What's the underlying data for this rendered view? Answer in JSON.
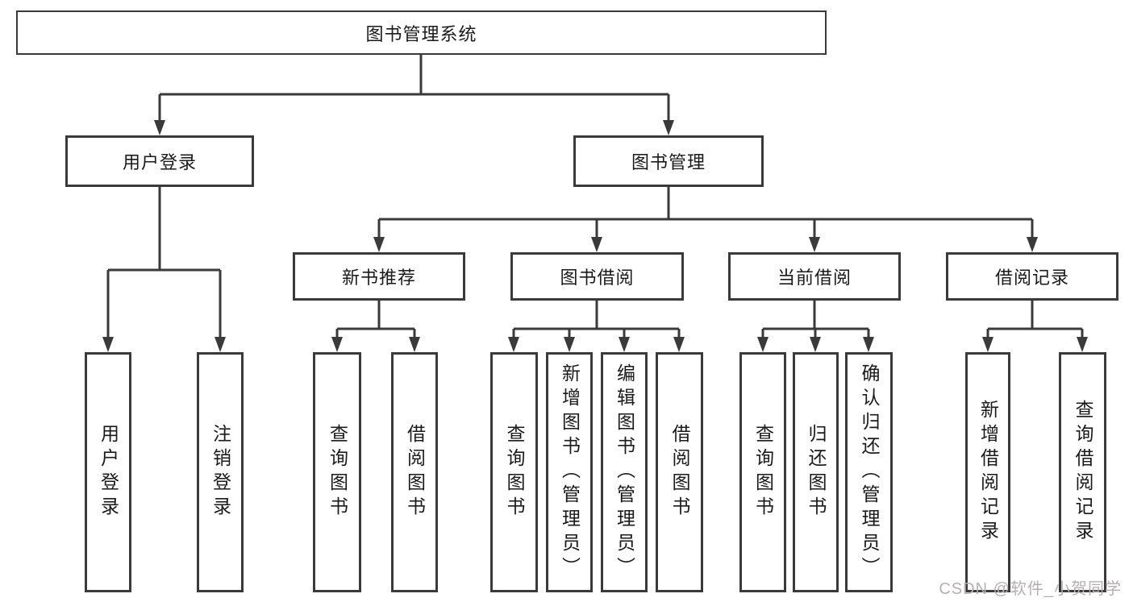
{
  "diagram": {
    "root": {
      "label": "图书管理系统"
    },
    "level2": [
      {
        "label": "用户登录"
      },
      {
        "label": "图书管理"
      }
    ],
    "level3": [
      {
        "label": "新书推荐"
      },
      {
        "label": "图书借阅"
      },
      {
        "label": "当前借阅"
      },
      {
        "label": "借阅记录"
      }
    ],
    "leaves": {
      "userLogin": [
        "用户登录",
        "注销登录"
      ],
      "newBookRecommend": [
        "查询图书",
        "借阅图书"
      ],
      "bookBorrow": [
        "查询图书",
        "新增图书（管理员）",
        "编辑图书（管理员）",
        "借阅图书"
      ],
      "currentBorrow": [
        "查询图书",
        "归还图书",
        "确认归还（管理员）"
      ],
      "borrowRecords": [
        "新增借阅记录",
        "查询借阅记录"
      ]
    }
  },
  "watermark": "CSDN @软件_小贺同学",
  "colors": {
    "line": "#3a3a3a",
    "text": "#1a1a1a",
    "watermark": "#b5b0b0",
    "background": "#ffffff"
  }
}
